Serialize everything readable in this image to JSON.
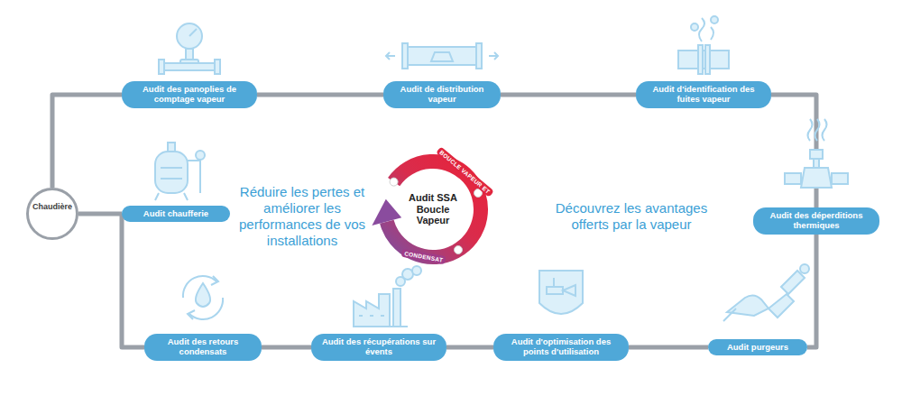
{
  "diagram": {
    "nodes": [
      {
        "text": [
          "Chaudière"
        ]
      },
      {
        "text": [
          "Audit des panoplies de comptage vapeur"
        ]
      },
      {
        "text": [
          "Audit de distribution vapeur"
        ]
      },
      {
        "text": [
          "Audit d'identification des fuites vapeur"
        ]
      },
      {
        "text": [
          "Audit chaufferie"
        ]
      },
      {
        "text": [
          "Audit des déperditions thermiques"
        ]
      },
      {
        "text": [
          "Audit purgeurs"
        ]
      },
      {
        "text": [
          "Audit d'optimisation des points d'utilisation"
        ]
      },
      {
        "text": [
          "Audit des récupérations sur évents"
        ]
      },
      {
        "text": [
          "Audit des retours condensats"
        ]
      },
      {
        "text": [
          "Audit SSA Boucle Vapeur"
        ]
      }
    ],
    "edges": [
      {
        "from": 0,
        "to": 1,
        "arrow": "none"
      },
      {
        "from": 1,
        "to": 2,
        "arrow": "none"
      },
      {
        "from": 2,
        "to": 3,
        "arrow": "none"
      },
      {
        "from": 3,
        "to": 5,
        "arrow": "none"
      },
      {
        "from": 5,
        "to": 6,
        "arrow": "none"
      },
      {
        "from": 6,
        "to": 7,
        "arrow": "none"
      },
      {
        "from": 7,
        "to": 8,
        "arrow": "none"
      },
      {
        "from": 8,
        "to": 9,
        "arrow": "none"
      },
      {
        "from": 9,
        "to": 4,
        "arrow": "none"
      },
      {
        "from": 4,
        "to": 0,
        "arrow": "none"
      }
    ],
    "labels": [
      "Réduire les pertes et améliorer les performances de vos installations",
      "Découvrez les avantages offerts par la vapeur",
      "BOUCLE VAPEUR ET",
      "CONDENSAT"
    ]
  }
}
